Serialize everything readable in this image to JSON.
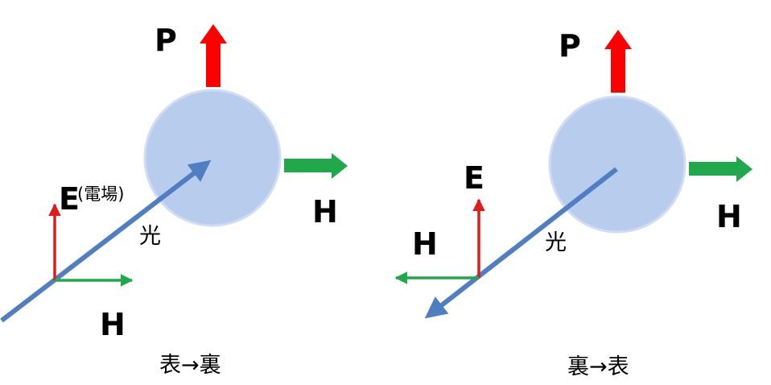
{
  "colors": {
    "particle": "#b8cced",
    "particle_edge": "#cfdcf3",
    "light": "#4f7ec3",
    "e_field": "#e01b1b",
    "h_field": "#21a84a",
    "momentum": "#ff0000"
  },
  "left_panel": {
    "p_label": "P",
    "h_label_particle": "H",
    "e_label": "E",
    "e_note": "(電場)",
    "light_label": "光",
    "h_label_field": "H",
    "caption": "表→裏"
  },
  "right_panel": {
    "p_label": "P",
    "h_label_particle": "H",
    "e_label": "E",
    "h_label_field": "H",
    "light_label": "光",
    "caption": "裏→表"
  }
}
